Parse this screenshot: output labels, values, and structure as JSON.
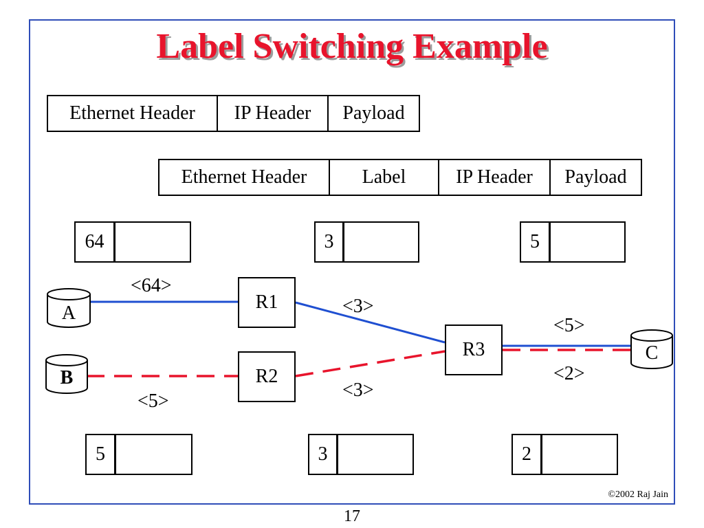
{
  "title": "Label Switching Example",
  "frame_row_1": [
    "Ethernet Header",
    "IP Header",
    "Payload"
  ],
  "frame_row_2": [
    "Ethernet Header",
    "Label",
    "IP Header",
    "Payload"
  ],
  "top_labels": [
    "64",
    "3",
    "5"
  ],
  "bottom_labels": [
    "5",
    "3",
    "2"
  ],
  "hosts": {
    "a": "A",
    "b": "B",
    "c": "C"
  },
  "routers": {
    "r1": "R1",
    "r2": "R2",
    "r3": "R3"
  },
  "edge_labels": {
    "a_r1": "<64>",
    "r1_r3": "<3>",
    "r3_c_solid": "<5>",
    "r3_c_dashed": "<2>",
    "r2_r3": "<3>",
    "b_r2": "<5>"
  },
  "colors": {
    "title": "#e8142c",
    "solid_path": "#1f4fd1",
    "dashed_path": "#e8142c",
    "frame_border": "#2e4db8"
  },
  "copyright": "©2002 Raj Jain",
  "page_number": "17"
}
